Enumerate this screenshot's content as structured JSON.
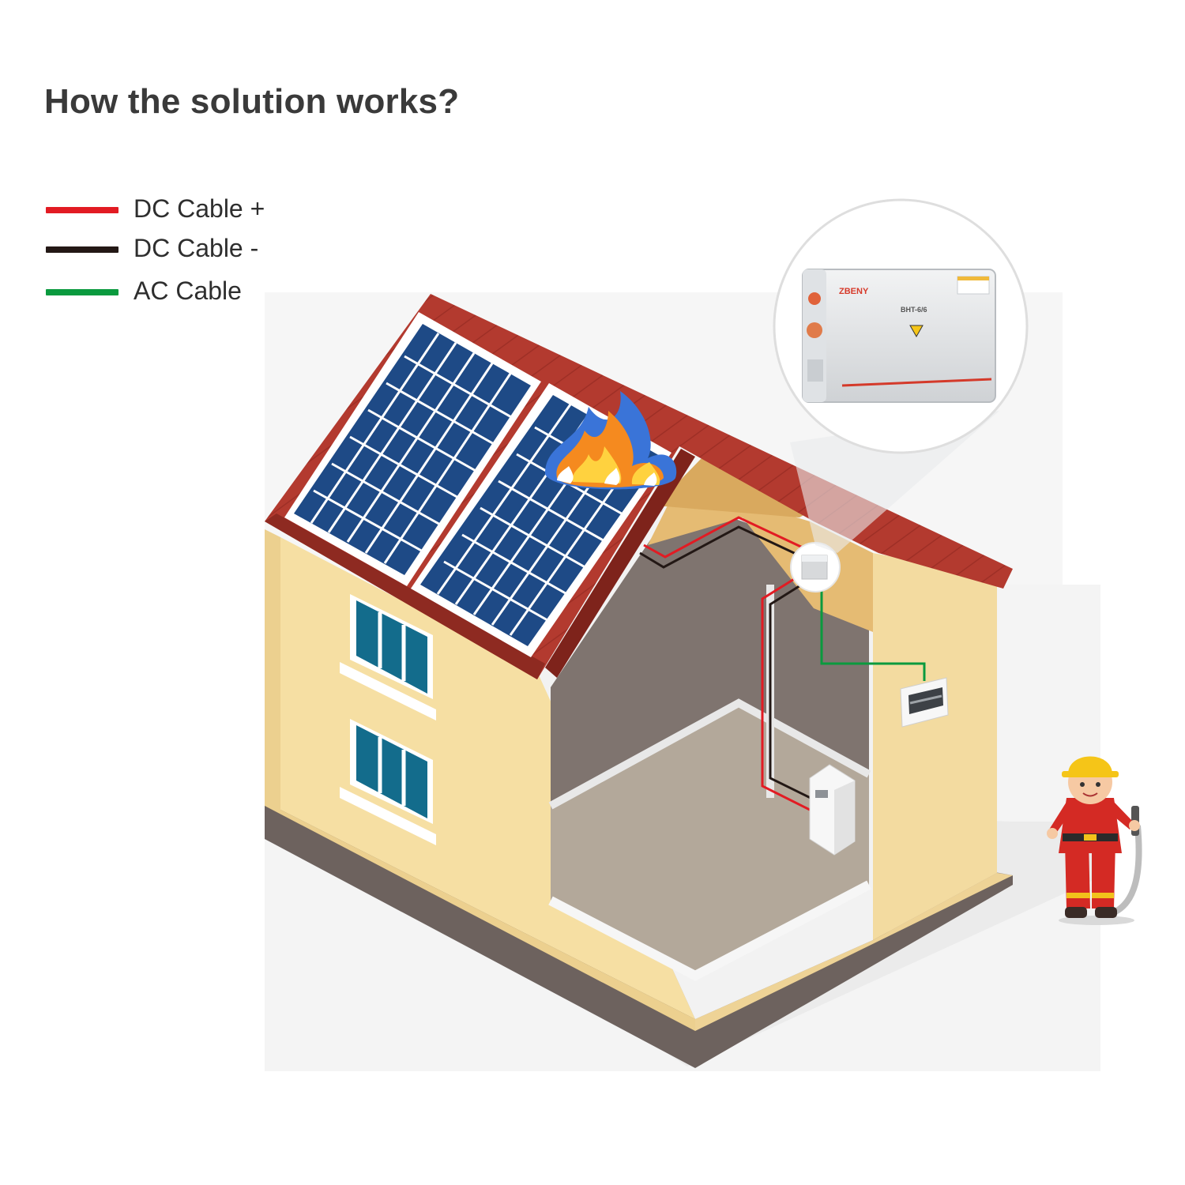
{
  "title": "How the solution works?",
  "legend": [
    {
      "label": "DC Cable +",
      "color": "#e21b23"
    },
    {
      "label": "DC Cable -",
      "color": "#231815"
    },
    {
      "label": "AC Cable",
      "color": "#0a9a3e"
    }
  ],
  "device": {
    "brand": "ZBENY",
    "model": "BHT-6/6"
  },
  "icons": [
    "flame-icon",
    "warning-icon",
    "firefighter-icon"
  ]
}
